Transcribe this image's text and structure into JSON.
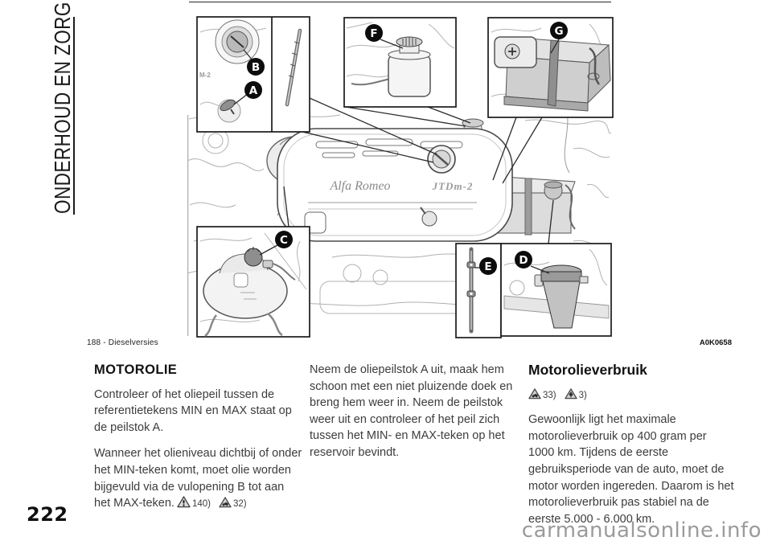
{
  "page": {
    "sidebar_title": "ONDERHOUD EN ZORG",
    "page_number": "222",
    "watermark": "carmanualsonline.info"
  },
  "figure": {
    "caption_left": "188 - Dieselversies",
    "caption_right": "A0K0658",
    "engine_logo_script": "Alfa Romeo",
    "engine_logo_badge": "JTDm-2",
    "valve_cover_logo": "M-2",
    "callouts": {
      "a": "A",
      "b": "B",
      "c": "C",
      "d": "D",
      "e": "E",
      "f": "F",
      "g": "G"
    }
  },
  "content": {
    "col1": {
      "heading": "MOTOROLIE",
      "para1": "Controleer of het oliepeil tussen de\nreferentietekens MIN en MAX staat op\nde peilstok A.",
      "para2": "Wanneer het olieniveau dichtbij of onder\nhet MIN-teken komt, moet olie worden\nbijgevuld via de vulopening B tot aan\nhet MAX-teken.",
      "warning_ref": "140)",
      "caution_ref": "32)"
    },
    "col2": {
      "para1": "Neem de oliepeilstok A uit, maak hem\nschoon met een niet pluizende doek en\nbreng hem weer in. Neem de peilstok\nweer uit en controleer of het peil zich\ntussen het MIN- en MAX-teken op het\nreservoir bevindt."
    },
    "col3": {
      "heading": "Motorolieverbruik",
      "caution_ref": "33)",
      "environment_ref": "3)",
      "para1": "Gewoonlijk ligt het maximale\nmotorolieverbruik op 400 gram per\n1000 km. Tijdens de eerste\ngebruiksperiode van de auto, moet de\nmotor worden ingereden. Daarom is het\nmotorolieverbruik pas stabiel na de\neerste 5.000 - 6.000 km."
    }
  },
  "colors": {
    "text": "#3c3c3c",
    "heading": "#111111",
    "watermark": "#9b9b9b",
    "callout_bg": "#0c0c0c"
  }
}
